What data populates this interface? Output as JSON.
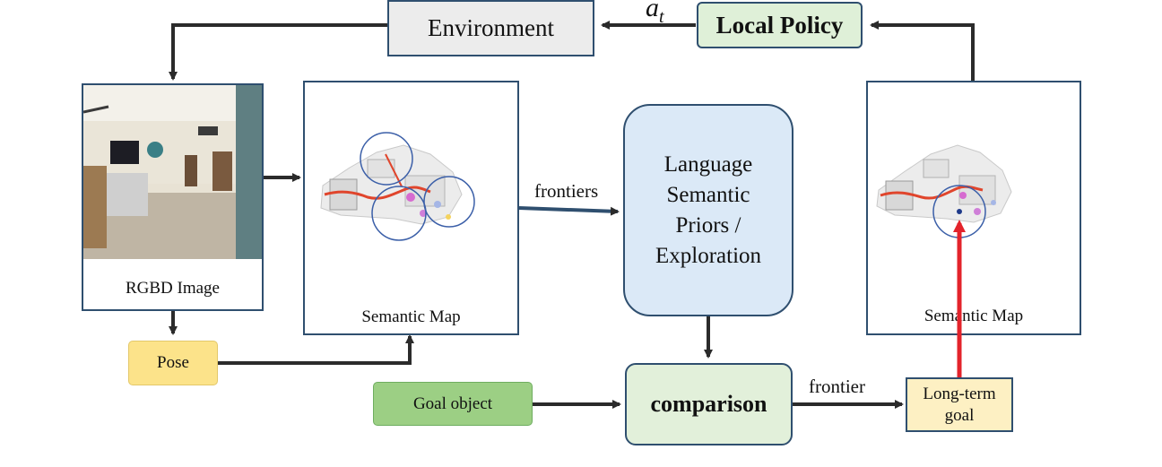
{
  "diagram": {
    "nodes": {
      "environment": "Environment",
      "local_policy": "Local Policy",
      "rgbd_image": "RGBD Image",
      "semantic_map_left": "Semantic Map",
      "llm_box_lines": [
        "Language",
        "Semantic",
        "Priors /",
        "Exploration"
      ],
      "semantic_map_right": "Semantic Map",
      "pose": "Pose",
      "goal_object": "Goal object",
      "comparison": "comparison",
      "long_term_goal_lines": [
        "Long-term",
        "goal"
      ]
    },
    "edge_labels": {
      "action": "a",
      "action_subscript": "t",
      "frontiers": "frontiers",
      "frontier": "frontier"
    },
    "colors": {
      "environment_fill": "#ececec",
      "local_policy_fill": "#dff0d8",
      "llm_fill": "#dbe9f7",
      "comparison_fill": "#e2f0da",
      "pose_fill": "#fce38a",
      "goal_object_fill": "#9ccf84",
      "long_term_goal_fill": "#fdf0c3",
      "border": "#2f4f6f",
      "arrow": "#2b2b2b",
      "highlight_arrow": "#e3232b"
    }
  }
}
